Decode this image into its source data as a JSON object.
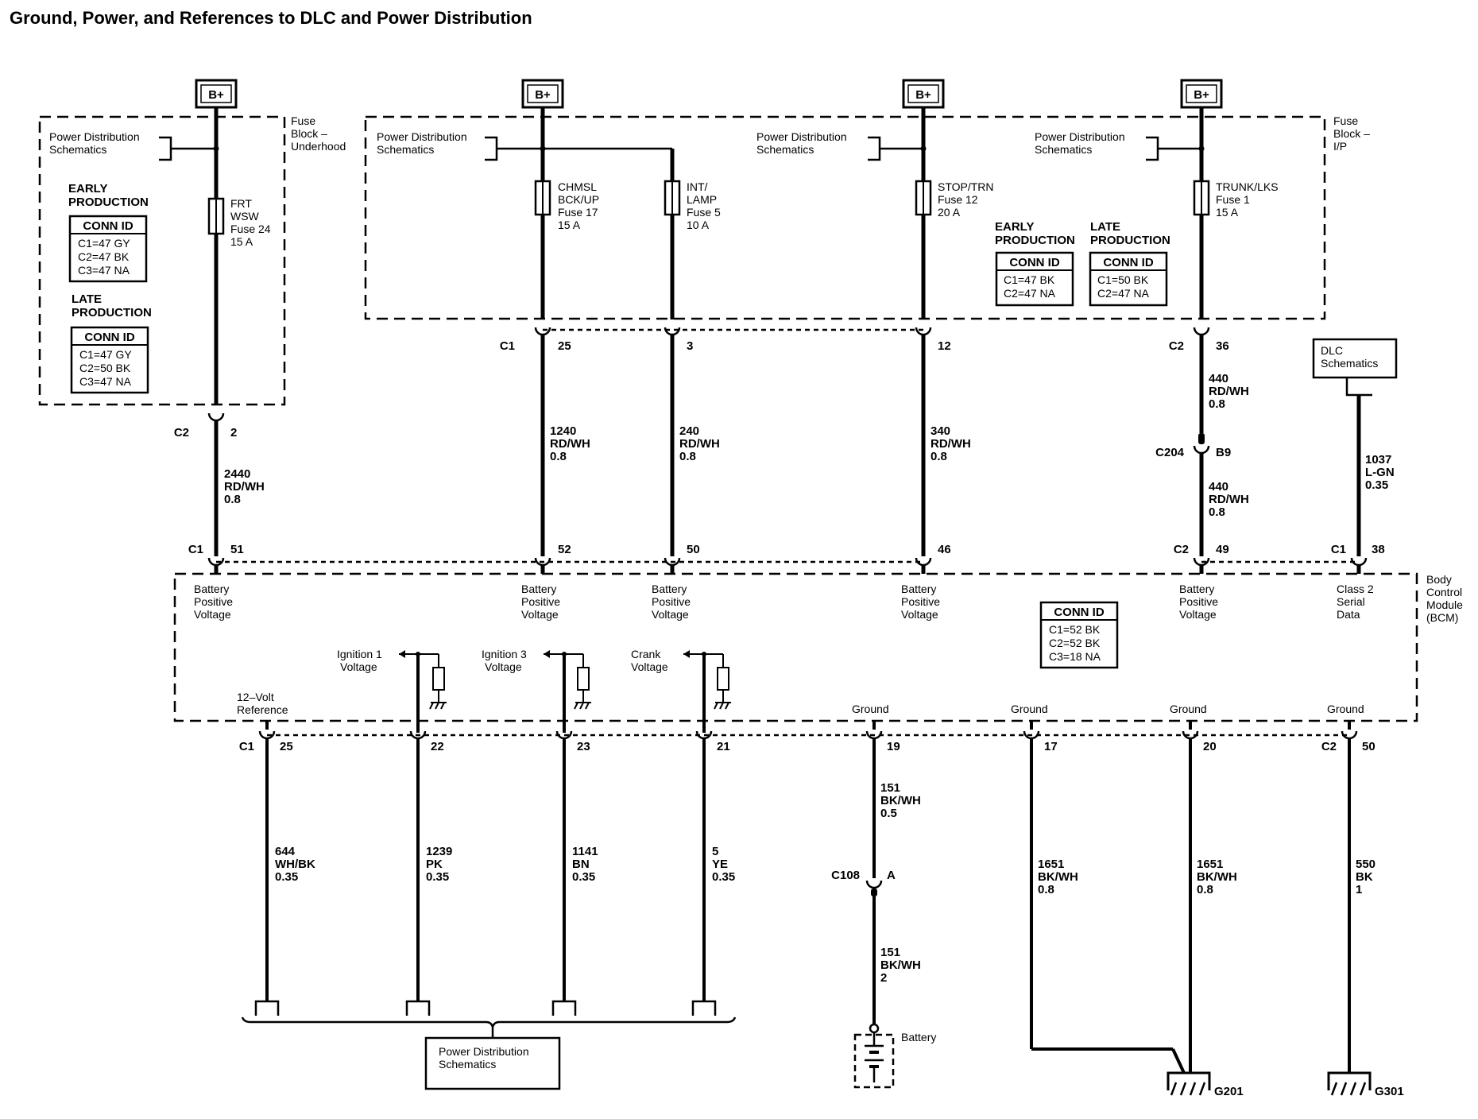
{
  "title": "Ground, Power, and References to DLC and Power Distribution",
  "b_plus": "B+",
  "pds": [
    "Power Distribution",
    "Schematics"
  ],
  "dlc_schematics": [
    "DLC",
    "Schematics"
  ],
  "fuse_block_underhood": [
    "Fuse",
    "Block –",
    "Underhood"
  ],
  "fuse_block_ip": [
    "Fuse",
    "Block –",
    "I/P"
  ],
  "bcm_label": [
    "Body",
    "Control",
    "Module",
    "(BCM)"
  ],
  "early_production": [
    "EARLY",
    "PRODUCTION"
  ],
  "late_production": [
    "LATE",
    "PRODUCTION"
  ],
  "conn_id_header": "CONN ID",
  "conn_id_underhood_early": [
    "C1=47 GY",
    "C2=47 BK",
    "C3=47 NA"
  ],
  "conn_id_underhood_late": [
    "C1=47 GY",
    "C2=50 BK",
    "C3=47 NA"
  ],
  "conn_id_ip_early": [
    "C1=47 BK",
    "C2=47 NA"
  ],
  "conn_id_ip_late": [
    "C1=50 BK",
    "C2=47 NA"
  ],
  "conn_id_bcm": [
    "C1=52 BK",
    "C2=52 BK",
    "C3=18 NA"
  ],
  "fuses": [
    {
      "name": [
        "FRT",
        "WSW",
        "Fuse 24",
        "15 A"
      ]
    },
    {
      "name": [
        "CHMSL",
        "BCK/UP",
        "Fuse 17",
        "15 A"
      ]
    },
    {
      "name": [
        "INT/",
        "LAMP",
        "Fuse 5",
        "10 A"
      ]
    },
    {
      "name": [
        "STOP/TRN",
        "Fuse 12",
        "20 A"
      ]
    },
    {
      "name": [
        "TRUNK/LKS",
        "Fuse 1",
        "15 A"
      ]
    }
  ],
  "fuse_block_pins": [
    {
      "conn": "C2",
      "pin": "2"
    },
    {
      "conn": "C1",
      "pin": "25"
    },
    {
      "conn": "",
      "pin": "3"
    },
    {
      "conn": "",
      "pin": "12"
    },
    {
      "conn": "C2",
      "pin": "36"
    }
  ],
  "upper_wires": [
    [
      "2440",
      "RD/WH",
      "0.8"
    ],
    [
      "1240",
      "RD/WH",
      "0.8"
    ],
    [
      "240",
      "RD/WH",
      "0.8"
    ],
    [
      "340",
      "RD/WH",
      "0.8"
    ],
    [
      "440",
      "RD/WH",
      "0.8"
    ],
    [
      "440",
      "RD/WH",
      "0.8"
    ],
    [
      "1037",
      "L-GN",
      "0.35"
    ]
  ],
  "c204": {
    "conn": "C204",
    "pin": "B9"
  },
  "bcm_top_pins": [
    {
      "conn": "C1",
      "pin": "51"
    },
    {
      "conn": "",
      "pin": "52"
    },
    {
      "conn": "",
      "pin": "50"
    },
    {
      "conn": "",
      "pin": "46"
    },
    {
      "conn": "C2",
      "pin": "49"
    },
    {
      "conn": "C1",
      "pin": "38"
    }
  ],
  "bcm_top_labels": [
    [
      "Battery",
      "Positive",
      "Voltage"
    ],
    [
      "Battery",
      "Positive",
      "Voltage"
    ],
    [
      "Battery",
      "Positive",
      "Voltage"
    ],
    [
      "Battery",
      "Positive",
      "Voltage"
    ],
    [
      "Battery",
      "Positive",
      "Voltage"
    ],
    [
      "Class 2",
      "Serial",
      "Data"
    ]
  ],
  "bcm_inputs": [
    [
      "Ignition 1",
      "Voltage"
    ],
    [
      "Ignition 3",
      "Voltage"
    ],
    [
      "Crank",
      "Voltage"
    ]
  ],
  "reference_label": [
    "12–Volt",
    "Reference"
  ],
  "ground_label": "Ground",
  "bcm_bottom_pins": [
    {
      "conn": "C1",
      "pin": "25"
    },
    {
      "conn": "",
      "pin": "22"
    },
    {
      "conn": "",
      "pin": "23"
    },
    {
      "conn": "",
      "pin": "21"
    },
    {
      "conn": "",
      "pin": "19"
    },
    {
      "conn": "",
      "pin": "17"
    },
    {
      "conn": "",
      "pin": "20"
    },
    {
      "conn": "C2",
      "pin": "50"
    }
  ],
  "lower_wires": [
    [
      "644",
      "WH/BK",
      "0.35"
    ],
    [
      "1239",
      "PK",
      "0.35"
    ],
    [
      "1141",
      "BN",
      "0.35"
    ],
    [
      "5",
      "YE",
      "0.35"
    ],
    [
      "151",
      "BK/WH",
      "0.5"
    ],
    [
      "151",
      "BK/WH",
      "2"
    ],
    [
      "1651",
      "BK/WH",
      "0.8"
    ],
    [
      "1651",
      "BK/WH",
      "0.8"
    ],
    [
      "550",
      "BK",
      "1"
    ]
  ],
  "c108": {
    "conn": "C108",
    "pin": "A"
  },
  "battery_label": "Battery",
  "grounds": [
    "G201",
    "G301"
  ]
}
